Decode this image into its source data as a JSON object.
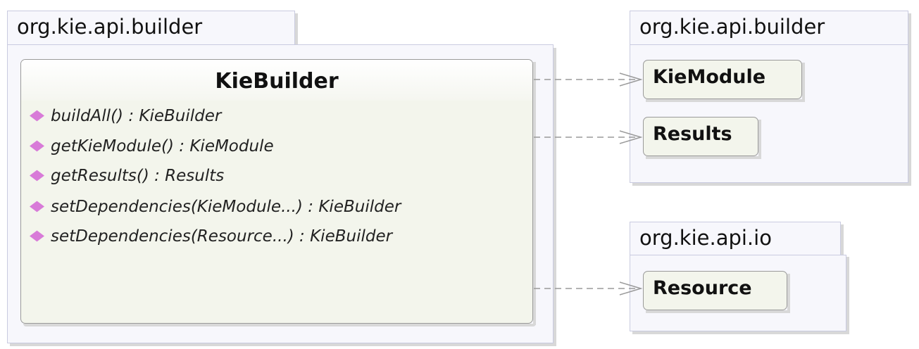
{
  "packages": [
    {
      "name": "org.kie.api.builder"
    },
    {
      "name": "org.kie.api.builder"
    },
    {
      "name": "org.kie.api.io"
    }
  ],
  "class": {
    "name": "KieBuilder",
    "methods": [
      "buildAll() : KieBuilder",
      "getKieModule() : KieModule",
      "getResults() : Results",
      "setDependencies(KieModule...) : KieBuilder",
      "setDependencies(Resource...) : KieBuilder"
    ]
  },
  "referenced": [
    "KieModule",
    "Results",
    "Resource"
  ],
  "colors": {
    "package_fill": "#f7f7fc",
    "package_border": "#c9cbe0",
    "class_fill": "#f3f5ec",
    "method_icon": "#d87bd8",
    "dependency_line": "#9a9a9a"
  }
}
